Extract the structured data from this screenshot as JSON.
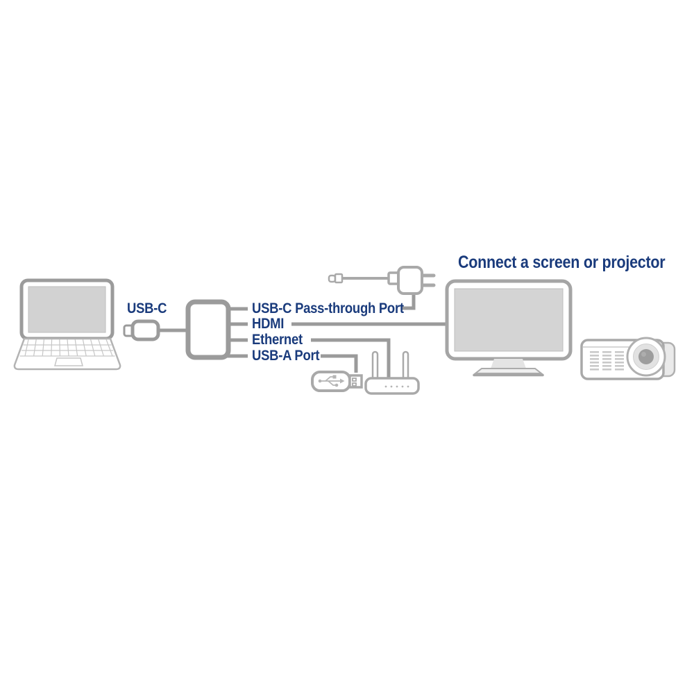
{
  "title": "Connect a screen or projector",
  "source_label": "USB-C",
  "ports": [
    {
      "label": "USB-C Pass-through Port",
      "connects_to": "power-adapter"
    },
    {
      "label": "HDMI",
      "connects_to": "monitor"
    },
    {
      "label": "Ethernet",
      "connects_to": "wifi-router"
    },
    {
      "label": "USB-A Port",
      "connects_to": "usb-flash-drive"
    }
  ],
  "devices": {
    "left": "laptop",
    "center": "usb-c-multiport-adapter",
    "top": "power-adapter",
    "bottom_left": "usb-flash-drive",
    "bottom_right": "wifi-router",
    "right": "monitor",
    "far_right": "projector"
  },
  "colors": {
    "label_text": "#1a3b7c",
    "connector_gray": "#9b9b9b",
    "device_outline_gray": "#a9a9a9",
    "screen_fill": "#d4d4d4",
    "background": "#ffffff"
  }
}
